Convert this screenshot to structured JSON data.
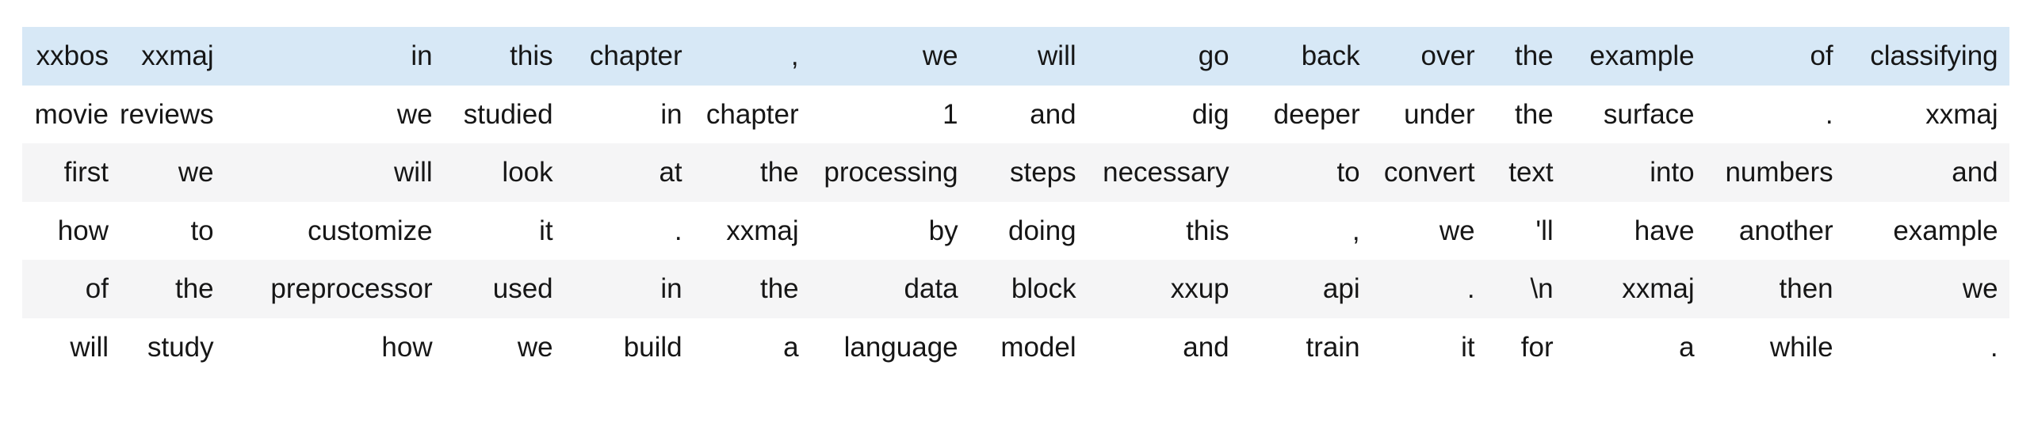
{
  "token_table": {
    "kind": "tokenized-text-grid",
    "highlighted_first_row": true,
    "rows": [
      [
        "xxbos",
        "xxmaj",
        "in",
        "this",
        "chapter",
        ",",
        "we",
        "will",
        "go",
        "back",
        "over",
        "the",
        "example",
        "of",
        "classifying"
      ],
      [
        "movie",
        "reviews",
        "we",
        "studied",
        "in",
        "chapter",
        "1",
        "and",
        "dig",
        "deeper",
        "under",
        "the",
        "surface",
        ".",
        "xxmaj"
      ],
      [
        "first",
        "we",
        "will",
        "look",
        "at",
        "the",
        "processing",
        "steps",
        "necessary",
        "to",
        "convert",
        "text",
        "into",
        "numbers",
        "and"
      ],
      [
        "how",
        "to",
        "customize",
        "it",
        ".",
        "xxmaj",
        "by",
        "doing",
        "this",
        ",",
        "we",
        "'ll",
        "have",
        "another",
        "example"
      ],
      [
        "of",
        "the",
        "preprocessor",
        "used",
        "in",
        "the",
        "data",
        "block",
        "xxup",
        "api",
        ".",
        "\\n",
        "xxmaj",
        "then",
        "we"
      ],
      [
        "will",
        "study",
        "how",
        "we",
        "build",
        "a",
        "language",
        "model",
        "and",
        "train",
        "it",
        "for",
        "a",
        "while",
        "."
      ]
    ]
  },
  "colors": {
    "page_bg": "#ffffff",
    "highlight_row_bg": "#d7e8f6",
    "stripe_row_bg": "#f5f5f6",
    "text": "#161616"
  }
}
